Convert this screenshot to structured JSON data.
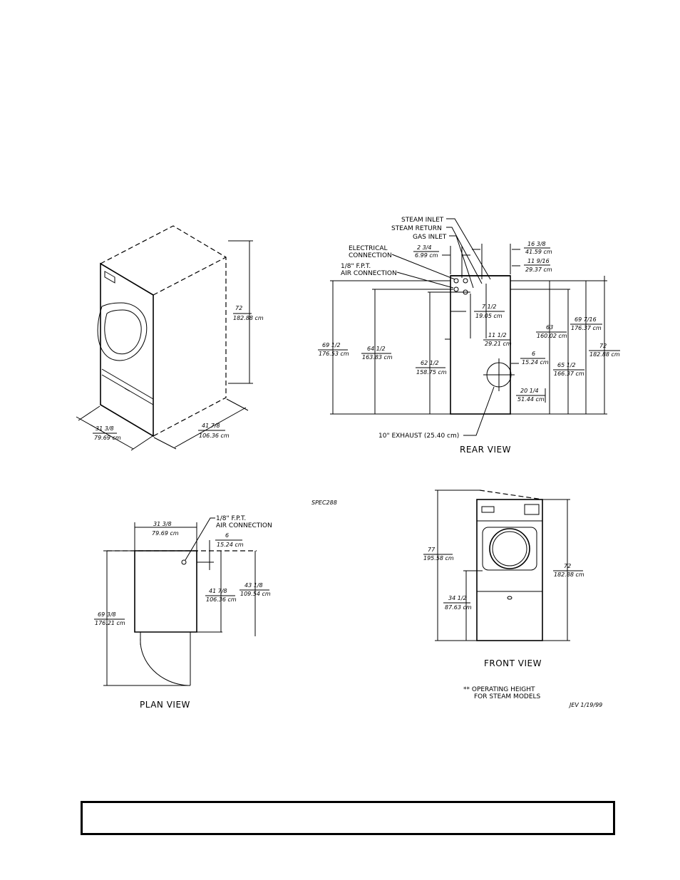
{
  "iso": {
    "height_in": "72",
    "height_cm": "182.88 cm",
    "width_in": "31 3/8",
    "width_cm": "79.69 cm",
    "depth_in": "41 7/8",
    "depth_cm": "106.36 cm"
  },
  "rear": {
    "title": "REAR VIEW",
    "steam_inlet": "STEAM INLET",
    "steam_return": "STEAM RETURN",
    "gas_inlet": "GAS INLET",
    "electrical_1": "ELECTRICAL",
    "electrical_2": "CONNECTION",
    "air_1": "1/8\" F.P.T.",
    "air_2": "AIR CONNECTION",
    "d_2_3_4": "2 3/4",
    "d_2_3_4_cm": "6.99 cm",
    "d_16_3_8": "16 3/8",
    "d_16_3_8_cm": "41.59 cm",
    "d_11_9_16": "11 9/16",
    "d_11_9_16_cm": "29.37 cm",
    "d_7_1_2": "7 1/2",
    "d_7_1_2_cm": "19.05 cm",
    "d_11_1_2": "11 1/2",
    "d_11_1_2_cm": "29.21 cm",
    "d_6": "6",
    "d_6_cm": "15.24 cm",
    "d_20_1_4": "20 1/4",
    "d_20_1_4_cm": "51.44 cm",
    "d_69_1_2": "69 1/2",
    "d_69_1_2_cm": "176.53 cm",
    "d_64_1_2": "64 1/2",
    "d_64_1_2_cm": "163.83 cm",
    "d_62_1_2": "62 1/2",
    "d_62_1_2_cm": "158.75 cm",
    "d_63": "63",
    "d_63_cm": "160.02 cm",
    "d_65_1_2": "65 1/2",
    "d_65_1_2_cm": "166.37 cm",
    "d_69_7_16": "69 7/16",
    "d_69_7_16_cm": "176.37 cm",
    "d_72": "72",
    "d_72_cm": "182.88 cm",
    "exhaust": "10\" EXHAUST (25.40 cm)"
  },
  "plan": {
    "title": "PLAN VIEW",
    "air_1": "1/8\" F.P.T.",
    "air_2": "AIR CONNECTION",
    "d_31_3_8": "31 3/8",
    "d_31_3_8_cm": "79.69 cm",
    "d_6": "6",
    "d_6_cm": "15.24 cm",
    "d_41_7_8": "41 7/8",
    "d_41_7_8_cm": "106.36 cm",
    "d_43_1_8": "43 1/8",
    "d_43_1_8_cm": "109.54 cm",
    "d_69_3_8": "69 3/8",
    "d_69_3_8_cm": "176.21 cm"
  },
  "front": {
    "title": "FRONT VIEW",
    "spec": "SPEC288",
    "d_77": "77",
    "d_77_cm": "195.58 cm",
    "d_72": "72",
    "d_72_cm": "182.88 cm",
    "d_34_1_2": "34 1/2",
    "d_34_1_2_cm": "87.63 cm",
    "note_1": "** OPERATING HEIGHT",
    "note_2": "FOR STEAM MODELS",
    "initials": "JEV 1/19/99"
  }
}
